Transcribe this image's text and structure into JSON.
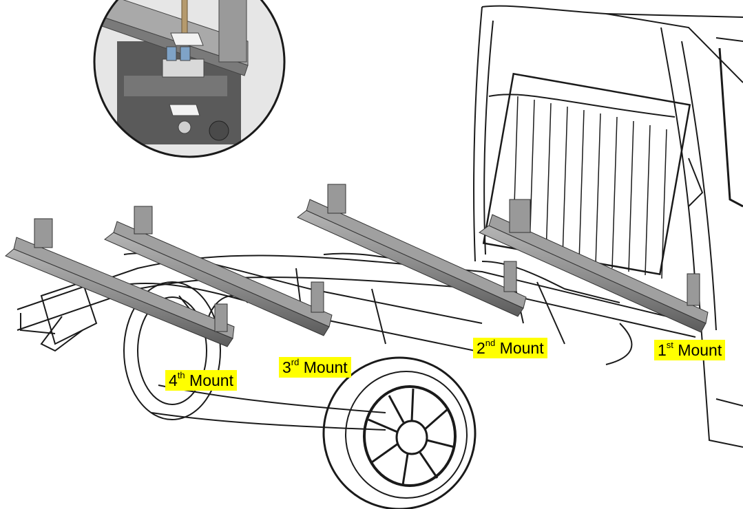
{
  "labels": [
    {
      "id": "first",
      "ordinal": "1",
      "suffix": "st",
      "text": "Mount"
    },
    {
      "id": "second",
      "ordinal": "2",
      "suffix": "nd",
      "text": "Mount"
    },
    {
      "id": "third",
      "ordinal": "3",
      "suffix": "rd",
      "text": "Mount"
    },
    {
      "id": "fourth",
      "ordinal": "4",
      "suffix": "th",
      "text": "Mount"
    }
  ],
  "colors": {
    "label_background": "#ffff00",
    "line_art": "#1a1a1a",
    "bracket_steel": "#8c8c8c",
    "inset_background": "#6e6e6e"
  },
  "icons": [
    "zoom-detail-inset",
    "mounting-bracket",
    "truck-cab",
    "rear-wheel",
    "leaf-spring"
  ]
}
